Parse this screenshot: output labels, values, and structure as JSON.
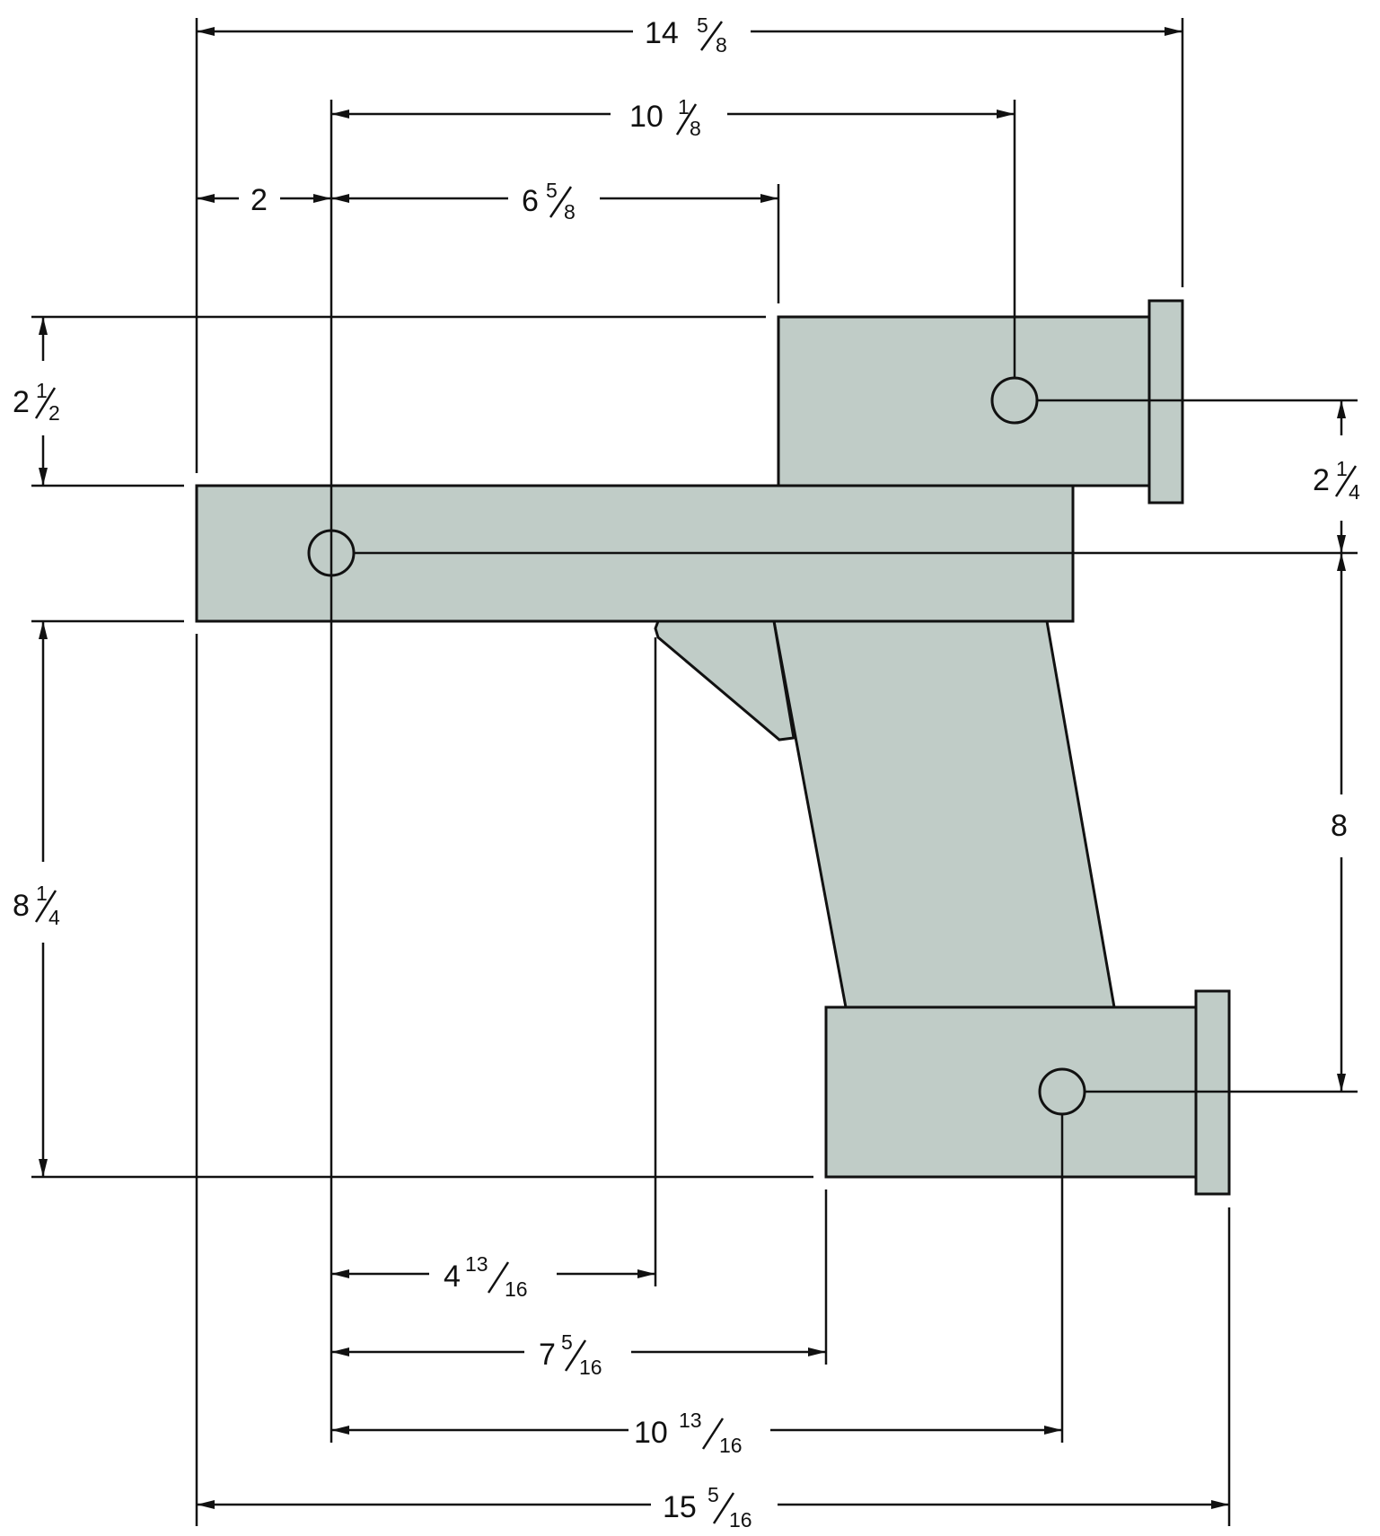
{
  "dimensions": {
    "overall_top": {
      "whole": "14",
      "num": "5",
      "den": "8"
    },
    "hole_span_top": {
      "whole": "10",
      "num": "1",
      "den": "8"
    },
    "left_offset": {
      "whole": "2",
      "num": "",
      "den": ""
    },
    "upper_block_offset": {
      "whole": "6",
      "num": "5",
      "den": "8"
    },
    "upper_height": {
      "whole": "2",
      "num": "1",
      "den": "2"
    },
    "hole_drop": {
      "whole": "2",
      "num": "1",
      "den": "4"
    },
    "hole_vertical": {
      "whole": "8",
      "num": "",
      "den": ""
    },
    "lower_height": {
      "whole": "8",
      "num": "1",
      "den": "4"
    },
    "gusset_offset": {
      "whole": "4",
      "num": "13",
      "den": "16"
    },
    "lower_block_offset": {
      "whole": "7",
      "num": "5",
      "den": "16"
    },
    "hole_span_bottom": {
      "whole": "10",
      "num": "13",
      "den": "16"
    },
    "overall_bottom": {
      "whole": "15",
      "num": "5",
      "den": "16"
    }
  },
  "colors": {
    "part_fill": "#c0ccc7",
    "line": "#111111"
  }
}
